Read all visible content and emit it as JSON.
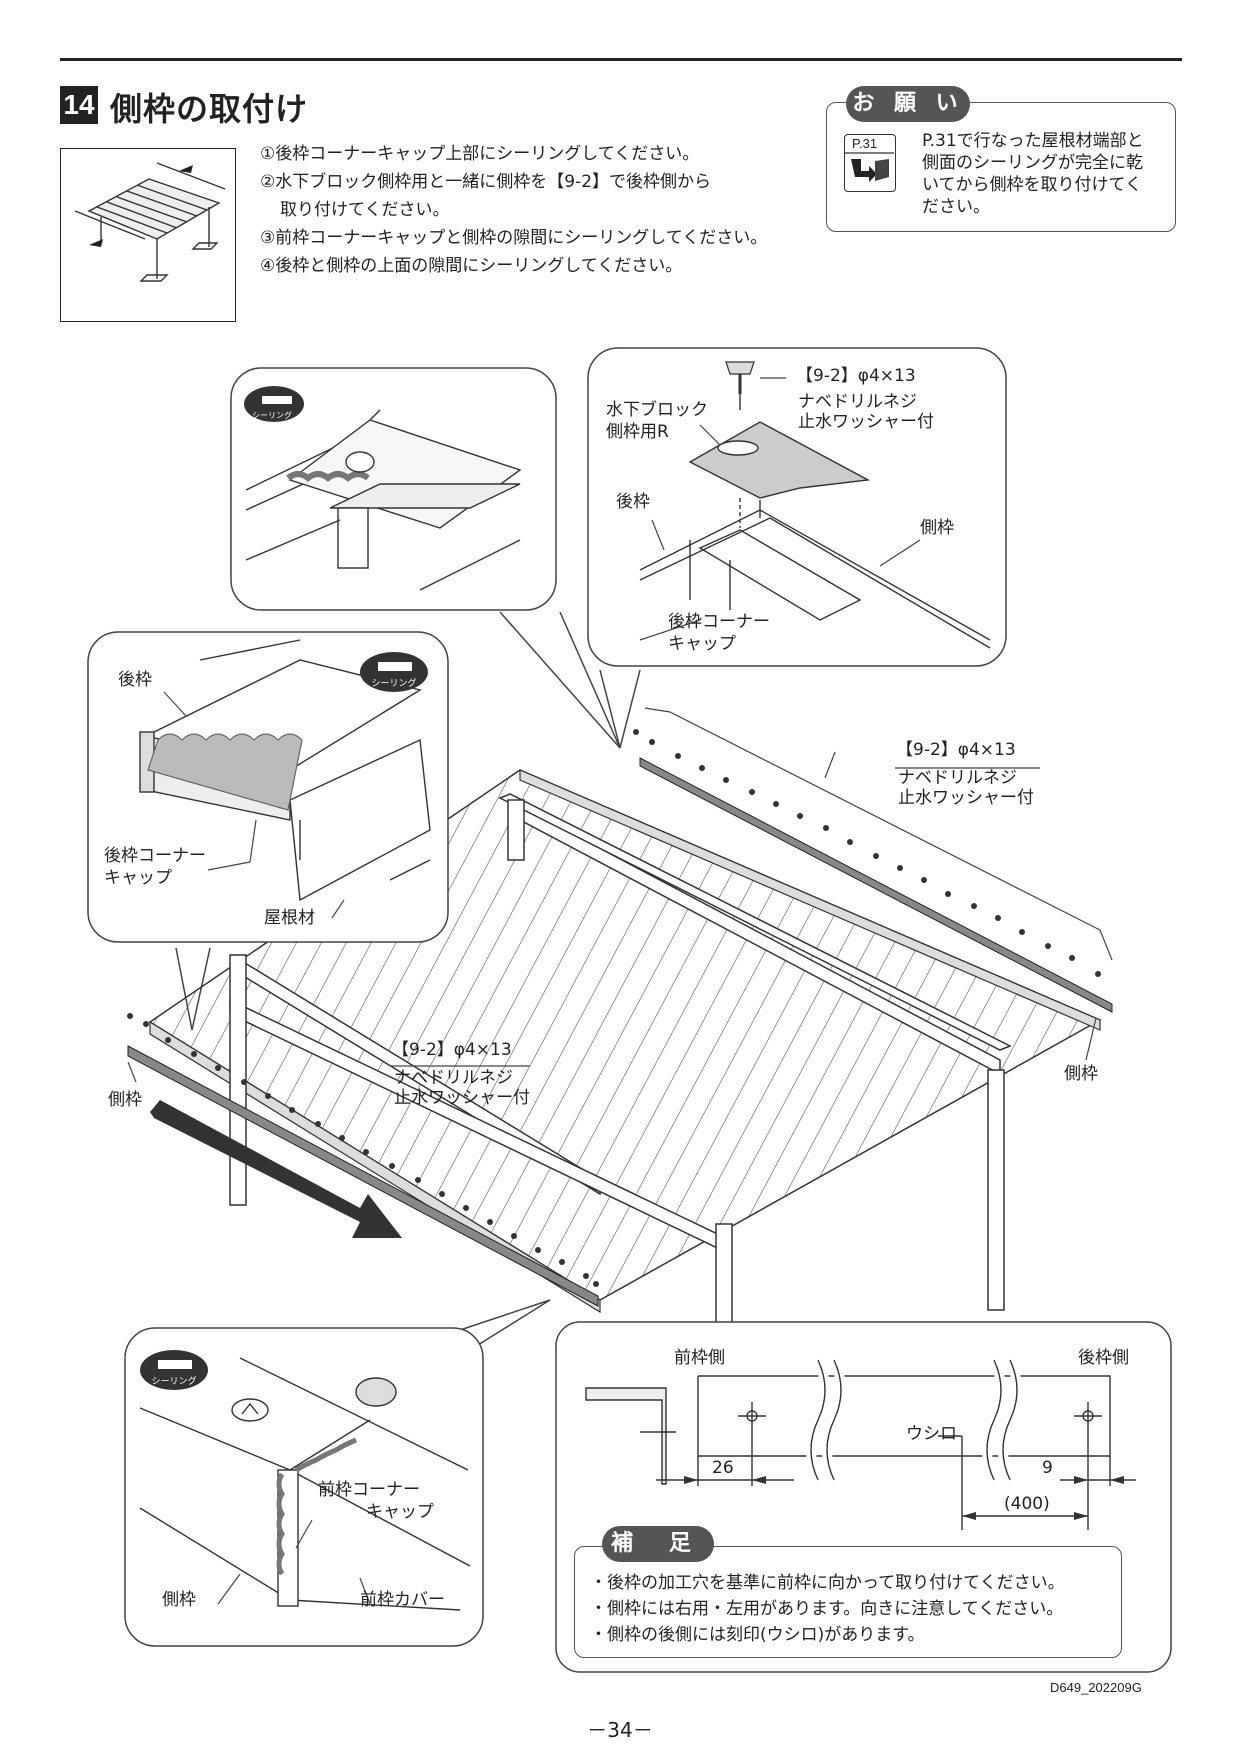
{
  "section": {
    "number": "14",
    "title": "側枠の取付け"
  },
  "steps": [
    "①後枠コーナーキャップ上部にシーリングしてください。",
    "②水下ブロック側枠用と一緒に側枠を【9-2】で後枠側から",
    "取り付けてください。",
    "③前枠コーナーキャップと側枠の隙間にシーリングしてください。",
    "④後枠と側枠の上面の隙間にシーリングしてください。"
  ],
  "note": {
    "tag": "お 願 い",
    "ref": "P.31",
    "text": [
      "P.31で行なった屋根材端部と",
      "側面のシーリングが完全に乾",
      "いてから側枠を取り付けてく",
      "ださい。"
    ]
  },
  "seal_label": "シーリング",
  "detail_top_right": {
    "screw_line1": "【9-2】φ4×13",
    "screw_line2": "ナベドリルネジ",
    "screw_line3": "止水ワッシャー付",
    "block_line1": "水下ブロック",
    "block_line2": "側枠用R",
    "back_frame": "後枠",
    "side_frame": "側枠",
    "cap_line1": "後枠コーナー",
    "cap_line2": "キャップ"
  },
  "detail_left": {
    "back_frame": "後枠",
    "cap_line1": "後枠コーナー",
    "cap_line2": "キャップ",
    "roof": "屋根材"
  },
  "main": {
    "screw_right_1": "【9-2】φ4×13",
    "screw_right_2": "ナベドリルネジ",
    "screw_right_3": "止水ワッシャー付",
    "screw_left_1": "【9-2】φ4×13",
    "screw_left_2": "ナベドリルネジ",
    "screw_left_3": "止水ワッシャー付",
    "side_frame_right": "側枠",
    "side_frame_left": "側枠"
  },
  "detail_bottom_left": {
    "cap_line1": "前枠コーナー",
    "cap_line2": "キャップ",
    "side_frame": "側枠",
    "front_cover": "前枠カバー"
  },
  "dimension": {
    "front_side": "前枠側",
    "back_side": "後枠側",
    "mark": "ウシロ",
    "d1": "26",
    "d2": "9",
    "d3": "(400)"
  },
  "hosoku": {
    "tag": "補 足",
    "lines": [
      "・後枠の加工穴を基準に前枠に向かって取り付けてください。",
      "・側枠には右用・左用があります。向きに注意してください。",
      "・側枠の後側には刻印(ウシロ)があります。"
    ]
  },
  "footer": {
    "doc_code": "D649_202209G",
    "page": "－34－"
  }
}
